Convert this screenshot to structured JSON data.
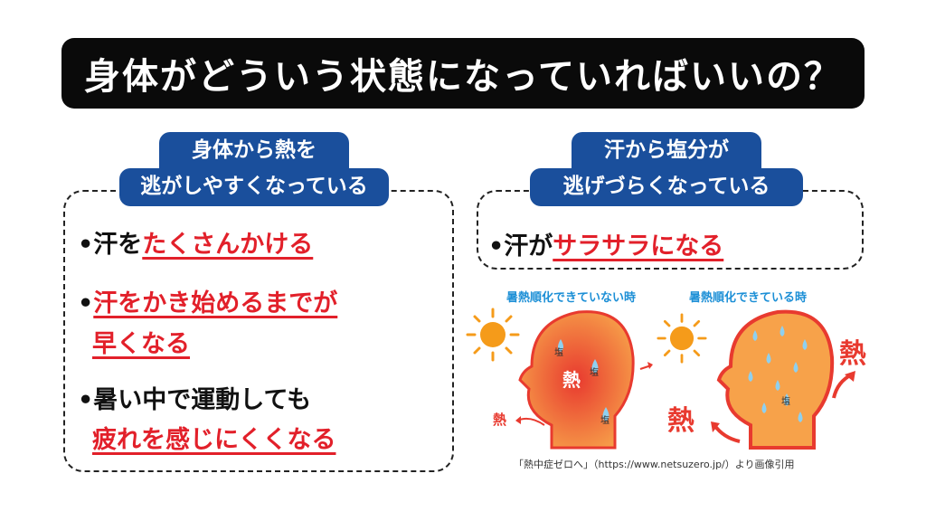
{
  "title": "身体がどういう状態になっていればいいの？",
  "left": {
    "header_line1": "身体から熱を",
    "header_line2": "逃がしやすくなっている",
    "items": [
      {
        "bullet": "•",
        "prefix": "汗を",
        "emphasis": "たくさんかける"
      },
      {
        "bullet": "•",
        "emphasis_line1": "汗をかき始めるまでが",
        "emphasis_line2": "早くなる"
      },
      {
        "bullet": "•",
        "line1": "暑い中で運動しても",
        "emphasis_line2": "疲れを感じにくくなる"
      }
    ]
  },
  "right": {
    "header_line1": "汗から塩分が",
    "header_line2": "逃げづらくなっている",
    "items": [
      {
        "bullet": "•",
        "prefix": "汗が",
        "emphasis": "サラサラになる"
      }
    ]
  },
  "illustration": {
    "caption_left": "暑熱順化できていない時",
    "caption_right": "暑熱順化できている時",
    "heat_label": "熱",
    "salt_label": "塩",
    "colors": {
      "heat_red": "#e83a2f",
      "head_orange": "#f7a24a",
      "sweat_blue": "#8fd0ef",
      "sun": "#f59b1a"
    },
    "credit": "「熱中症ゼロへ」（https://www.netsuzero.jp/）より画像引用"
  }
}
